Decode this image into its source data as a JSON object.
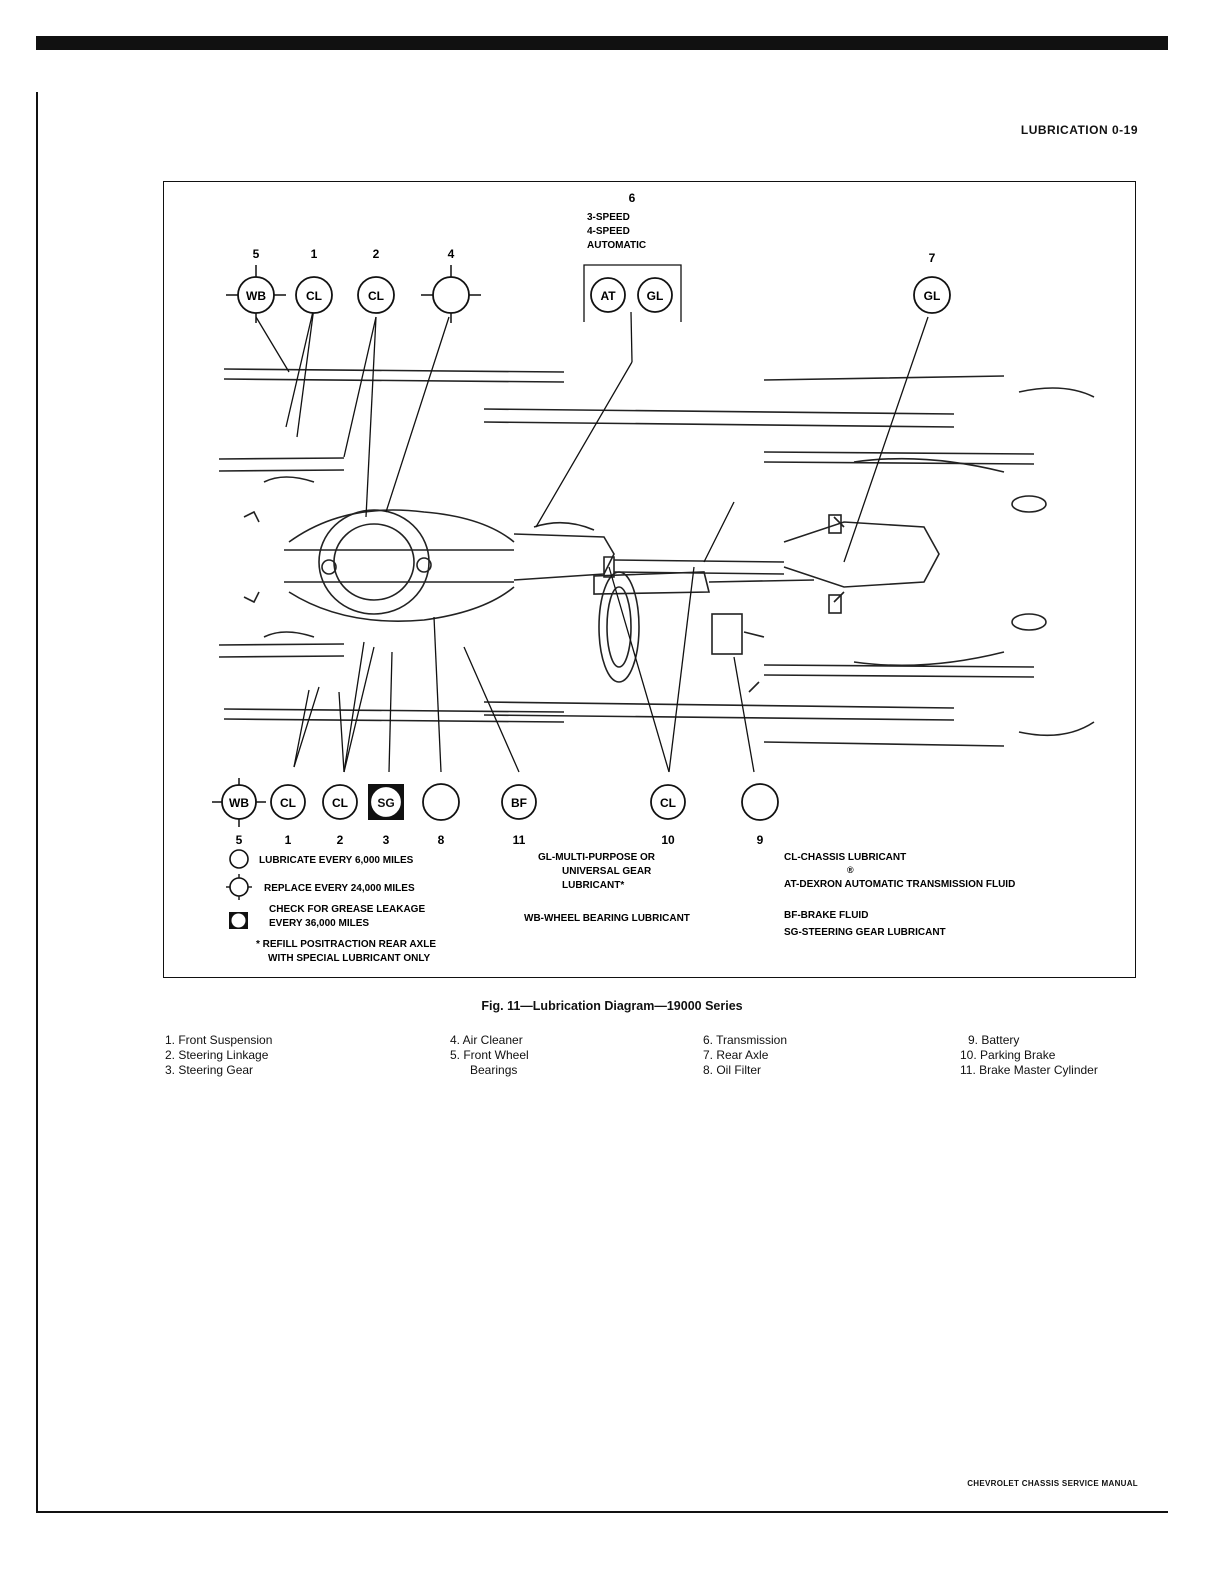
{
  "page_header": "LUBRICATION 0-19",
  "figure": {
    "top_group": {
      "number": "6",
      "lines": [
        "3-SPEED",
        "4-SPEED",
        "AUTOMATIC"
      ]
    },
    "top_callouts": [
      {
        "number": "5",
        "code": "WB"
      },
      {
        "number": "1",
        "code": "CL"
      },
      {
        "number": "2",
        "code": "CL"
      },
      {
        "number": "4",
        "code": ""
      },
      {
        "number": "",
        "code": "AT"
      },
      {
        "number": "",
        "code": "GL"
      },
      {
        "number": "7",
        "code": "GL"
      }
    ],
    "bottom_callouts": [
      {
        "number": "5",
        "code": "WB"
      },
      {
        "number": "1",
        "code": "CL"
      },
      {
        "number": "2",
        "code": "CL"
      },
      {
        "number": "3",
        "code": "SG"
      },
      {
        "number": "8",
        "code": ""
      },
      {
        "number": "11",
        "code": "BF"
      },
      {
        "number": "10",
        "code": "CL"
      },
      {
        "number": "9",
        "code": ""
      }
    ],
    "legend_symbols": [
      "LUBRICATE EVERY 6,000 MILES",
      "REPLACE EVERY 24,000 MILES",
      "CHECK FOR GREASE LEAKAGE",
      "EVERY 36,000 MILES",
      "* REFILL POSITRACTION REAR AXLE",
      "WITH SPECIAL LUBRICANT ONLY"
    ],
    "legend_mid": [
      "GL-MULTI-PURPOSE OR",
      "UNIVERSAL GEAR",
      "LUBRICANT*",
      "WB-WHEEL BEARING LUBRICANT"
    ],
    "legend_right": [
      "CL-CHASSIS LUBRICANT",
      "®",
      "AT-DEXRON AUTOMATIC TRANSMISSION FLUID",
      "BF-BRAKE FLUID",
      "SG-STEERING GEAR LUBRICANT"
    ]
  },
  "caption": "Fig. 11—Lubrication Diagram—19000 Series",
  "parts_columns": [
    [
      "1. Front Suspension",
      "2. Steering Linkage",
      "3. Steering Gear"
    ],
    [
      "4. Air Cleaner",
      "5. Front Wheel",
      "Bearings"
    ],
    [
      "6. Transmission",
      "7. Rear Axle",
      "8. Oil Filter"
    ],
    [
      "9. Battery",
      "10. Parking Brake",
      "11. Brake Master Cylinder"
    ]
  ],
  "footer": "CHEVROLET CHASSIS SERVICE MANUAL"
}
